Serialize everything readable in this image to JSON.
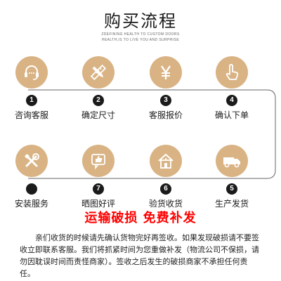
{
  "header": {
    "title": "购买流程",
    "subtitle_line1": "ZDEFINING HEALTH TO CUSTOM DOORS",
    "subtitle_line2": "HEALTH,IS TO LIVE YOU AND SURPRISE"
  },
  "steps": [
    {
      "number": "1",
      "label": "咨询客服",
      "icon": "headset-icon"
    },
    {
      "number": "2",
      "label": "确定尺寸",
      "icon": "ruler-pencil-icon"
    },
    {
      "number": "3",
      "label": "客服报价",
      "icon": "yen-icon"
    },
    {
      "number": "4",
      "label": "确认下单",
      "icon": "pointer-hand-icon"
    },
    {
      "number": "5",
      "label": "生产发货",
      "icon": "delivery-truck-icon"
    },
    {
      "number": "6",
      "label": "验货收货",
      "icon": "house-icon"
    },
    {
      "number": "7",
      "label": "晒图好评",
      "icon": "thumbs-up-icon"
    },
    {
      "number": "",
      "label": "安装服务",
      "icon": "tools-icon"
    }
  ],
  "notice": {
    "title": "运输破损 免费补发",
    "body": "亲们收货的时候请先确认货物完好再签收。如果发现破损请不要签收立即联系客服。我们将抓紧时间为您重做补发（物流公司不保损，请勿因耽误时间而责怪商家）。签收之后发生的破损商家不承担任何责任。"
  },
  "colors": {
    "icon_circle": "#d9b384",
    "badge": "#1b1b1b",
    "notice_title": "#ff0000",
    "flow_line": "#666666"
  }
}
